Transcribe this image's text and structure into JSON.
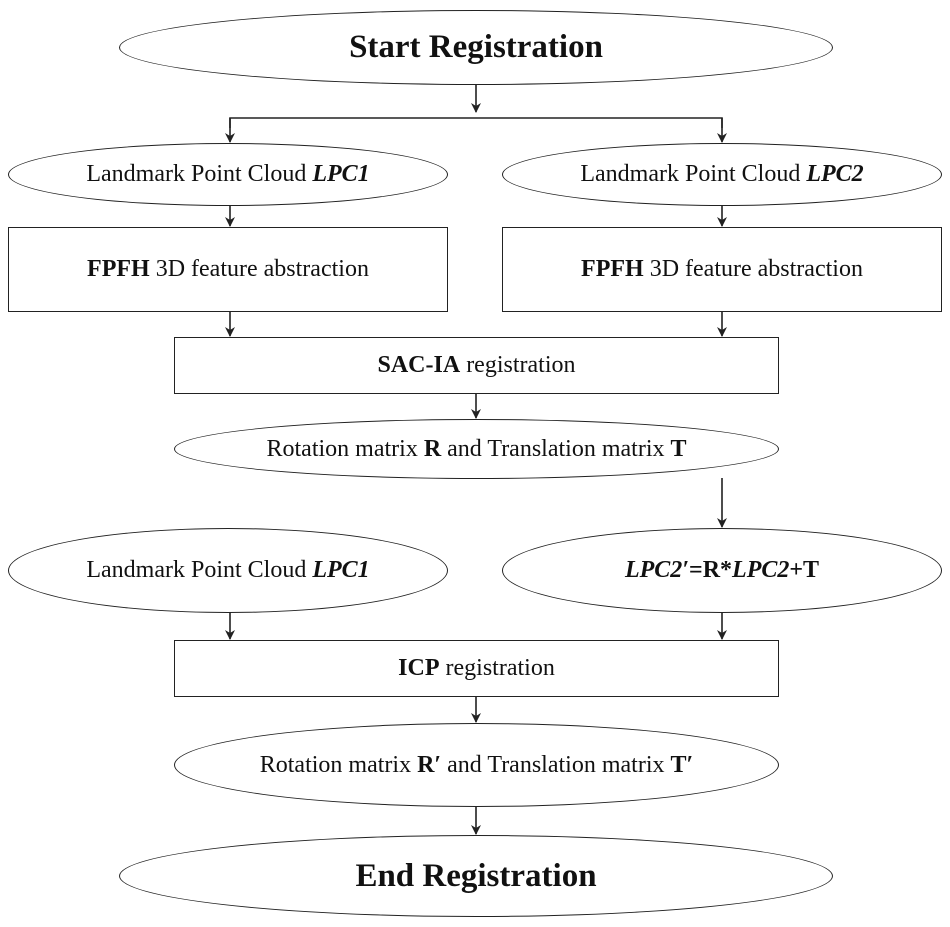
{
  "start": "Start Registration",
  "lpc1_top": {
    "prefix": "Landmark Point Cloud ",
    "name": "LPC1"
  },
  "lpc2_top": {
    "prefix": "Landmark Point Cloud ",
    "name": "LPC2"
  },
  "fpfh_left": {
    "bold": "FPFH",
    "rest": " 3D feature abstraction"
  },
  "fpfh_right": {
    "bold": "FPFH",
    "rest": " 3D feature abstraction"
  },
  "sac": {
    "bold": "SAC-IA",
    "rest": " registration"
  },
  "rt1": {
    "p1": "Rotation matrix ",
    "r": "R",
    "p2": " and Translation matrix ",
    "t": "T"
  },
  "lpc1_mid": {
    "prefix": "Landmark Point Cloud ",
    "name": "LPC1"
  },
  "lpc2_transformed": {
    "a": "LPC2′",
    "b": "=R*",
    "c": "LPC2",
    "d": "+T"
  },
  "icp": {
    "bold": "ICP",
    "rest": " registration"
  },
  "rt2": {
    "p1": "Rotation matrix ",
    "r": "R′",
    "p2": " and Translation matrix ",
    "t": "T′"
  },
  "end": "End Registration"
}
